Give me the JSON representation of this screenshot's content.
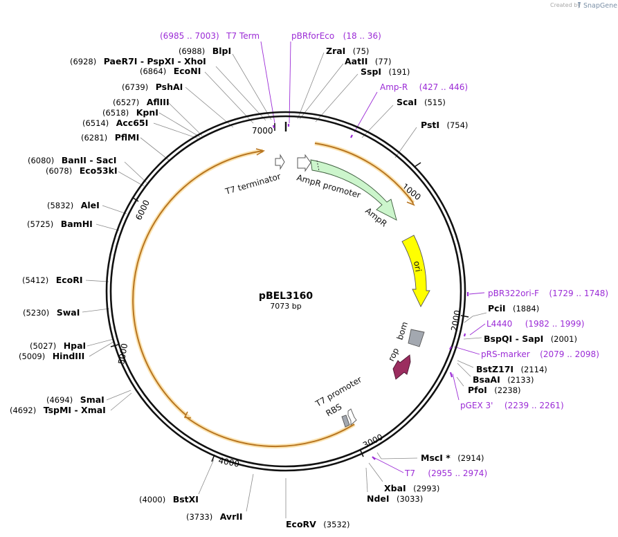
{
  "header": {
    "created_by": "Created by",
    "brand": "SnapGene"
  },
  "plasmid": {
    "name": "pBEL3160",
    "length_label": "7073 bp",
    "length": 7073
  },
  "ticks": [
    {
      "pos": 1000,
      "label": "1000"
    },
    {
      "pos": 2000,
      "label": "2000"
    },
    {
      "pos": 3000,
      "label": "3000"
    },
    {
      "pos": 4000,
      "label": "4000"
    },
    {
      "pos": 5000,
      "label": "5000"
    },
    {
      "pos": 6000,
      "label": "6000"
    },
    {
      "pos": 7000,
      "label": "7000"
    }
  ],
  "sites": [
    {
      "name": "PaeR7I",
      "pos": "(6928)",
      "extra": [
        " - PspXI",
        " - XhoI"
      ],
      "bp": 6928
    },
    {
      "name": "BlpI",
      "pos": "(6988)",
      "bp": 6988
    },
    {
      "name": "EcoNI",
      "pos": "(6864)",
      "bp": 6864
    },
    {
      "name": "PshAI",
      "pos": "(6739)",
      "bp": 6739
    },
    {
      "name": "AflIII",
      "pos": "(6527)",
      "bp": 6527
    },
    {
      "name": "KpnI",
      "pos": "(6518)",
      "bp": 6518
    },
    {
      "name": "Acc65I",
      "pos": "(6514)",
      "bp": 6514
    },
    {
      "name": "PflMI",
      "pos": "(6281)",
      "bp": 6281
    },
    {
      "name": "BanII",
      "pos": "(6080)",
      "extra": [
        " - SacI"
      ],
      "bp": 6080
    },
    {
      "name": "Eco53kI",
      "pos": "(6078)",
      "bp": 6078
    },
    {
      "name": "AleI",
      "pos": "(5832)",
      "bp": 5832
    },
    {
      "name": "BamHI",
      "pos": "(5725)",
      "bp": 5725
    },
    {
      "name": "EcoRI",
      "pos": "(5412)",
      "bp": 5412
    },
    {
      "name": "SwaI",
      "pos": "(5230)",
      "bp": 5230
    },
    {
      "name": "HpaI",
      "pos": "(5027)",
      "bp": 5027
    },
    {
      "name": "HindIII",
      "pos": "(5009)",
      "bp": 5009
    },
    {
      "name": "SmaI",
      "pos": "(4694)",
      "bp": 4694
    },
    {
      "name": "TspMI",
      "pos": "(4692)",
      "extra": [
        " - XmaI"
      ],
      "bp": 4692
    },
    {
      "name": "BstXI",
      "pos": "(4000)",
      "bp": 4000
    },
    {
      "name": "AvrII",
      "pos": "(3733)",
      "bp": 3733
    },
    {
      "name": "EcoRV",
      "pos": "(3532)",
      "bp": 3532
    },
    {
      "name": "NdeI",
      "pos": "(3033)",
      "bp": 3033
    },
    {
      "name": "XbaI",
      "pos": "(2993)",
      "bp": 2993
    },
    {
      "name": "MscI *",
      "pos": "(2914)",
      "bp": 2914
    },
    {
      "name": "PfoI",
      "pos": "(2238)",
      "bp": 2238
    },
    {
      "name": "BsaAI",
      "pos": "(2133)",
      "bp": 2133
    },
    {
      "name": "BstZ17I",
      "pos": "(2114)",
      "bp": 2114
    },
    {
      "name": "BspQI",
      "pos": "(2001)",
      "extra": [
        " - SapI"
      ],
      "bp": 2001
    },
    {
      "name": "PciI",
      "pos": "(1884)",
      "bp": 1884
    },
    {
      "name": "PstI",
      "pos": "(754)",
      "bp": 754
    },
    {
      "name": "ScaI",
      "pos": "(515)",
      "bp": 515
    },
    {
      "name": "SspI",
      "pos": "(191)",
      "bp": 191
    },
    {
      "name": "AatII",
      "pos": "(77)",
      "bp": 77
    },
    {
      "name": "ZraI",
      "pos": "(75)",
      "bp": 75
    }
  ],
  "primers": [
    {
      "name": "T7 Term",
      "range": "(6985 .. 7003)",
      "start": 6985,
      "end": 7003
    },
    {
      "name": "pBRforEco",
      "range": "(18 .. 36)",
      "start": 18,
      "end": 36
    },
    {
      "name": "Amp-R",
      "range": "(427 .. 446)",
      "start": 427,
      "end": 446
    },
    {
      "name": "pBR322ori-F",
      "range": "(1729 .. 1748)",
      "start": 1729,
      "end": 1748
    },
    {
      "name": "L4440",
      "range": "(1982 .. 1999)",
      "start": 1982,
      "end": 1999
    },
    {
      "name": "pRS-marker",
      "range": "(2079 .. 2098)",
      "start": 2079,
      "end": 2098
    },
    {
      "name": "pGEX 3'",
      "range": "(2239 .. 2261)",
      "start": 2239,
      "end": 2261
    },
    {
      "name": "T7",
      "range": "(2955 .. 2974)",
      "start": 2955,
      "end": 2974
    }
  ],
  "features": [
    {
      "name": "T7 terminator",
      "type": "terminator"
    },
    {
      "name": "AmpR promoter",
      "type": "promoter",
      "color": "#ffffff"
    },
    {
      "name": "AmpR",
      "type": "cds",
      "color": "#ccf5cc"
    },
    {
      "name": "ori",
      "type": "rep_origin",
      "color": "#ffff00"
    },
    {
      "name": "bom",
      "type": "misc",
      "color": "#a3a8b0"
    },
    {
      "name": "rop",
      "type": "cds",
      "color": "#9b2d5f"
    },
    {
      "name": "T7 promoter",
      "type": "promoter"
    },
    {
      "name": "RBS",
      "type": "rbs",
      "color": "#a3a8b0"
    }
  ],
  "colors": {
    "backbone": "#111111",
    "orf_arc": "#b7741f",
    "orf_glow": "#fbe3b0",
    "primer": "#9b2bd6",
    "leader_line": "#8a8a8a"
  }
}
